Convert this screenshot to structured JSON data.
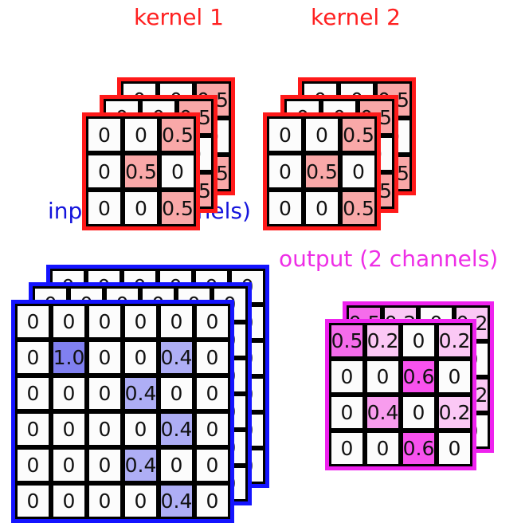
{
  "figure": {
    "type": "diagram",
    "subject": "multi-channel 2D convolution",
    "background": "#ffffff"
  },
  "colors": {
    "kernel_border": "#ff1a1a",
    "kernel_title": "#ff2020",
    "kernel_fill_0": "#fcfcfc",
    "kernel_fill_0p5": "#f9a8a8",
    "input_border": "#1414ff",
    "input_title": "#1414dc",
    "input_fill_0": "#fcfcfc",
    "input_fill_0p4": "#aeaef5",
    "input_fill_1p0": "#8080f0",
    "output_border": "#ee22ee",
    "output_title": "#ee2ee6",
    "output_fill_0": "#fcfcfc",
    "output_fill_0p2": "#fbc8f5",
    "output_fill_0p4": "#f89cee",
    "output_fill_0p5": "#f56ceb",
    "output_fill_0p6": "#f852ee",
    "cell_border": "#000000",
    "text": "#111111"
  },
  "groups": {
    "kernel1": {
      "title": "kernel 1",
      "channels": 3,
      "rows": 3,
      "cols": 3,
      "layers": [
        {
          "name": "kernel1-channel-0",
          "values": [
            [
              "0",
              "0",
              "0.5"
            ],
            [
              "0",
              "0.5",
              "0"
            ],
            [
              "0",
              "0",
              "0.5"
            ]
          ]
        },
        {
          "name": "kernel1-channel-1",
          "values": [
            [
              "0",
              "0",
              "0.5"
            ],
            [
              "0",
              "0.5",
              "0"
            ],
            [
              "0",
              "0",
              "0.5"
            ]
          ]
        },
        {
          "name": "kernel1-channel-2",
          "values": [
            [
              "0",
              "0",
              "0.5"
            ],
            [
              "0",
              "0.5",
              "0"
            ],
            [
              "0",
              "0",
              "0.5"
            ]
          ]
        }
      ]
    },
    "kernel2": {
      "title": "kernel 2",
      "channels": 3,
      "rows": 3,
      "cols": 3,
      "layers": [
        {
          "name": "kernel2-channel-0",
          "values": [
            [
              "0",
              "0",
              "0.5"
            ],
            [
              "0",
              "0.5",
              "0"
            ],
            [
              "0",
              "0",
              "0.5"
            ]
          ]
        },
        {
          "name": "kernel2-channel-1",
          "values": [
            [
              "0",
              "0",
              "0.5"
            ],
            [
              "0",
              "0.5",
              "0"
            ],
            [
              "0",
              "0",
              "0.5"
            ]
          ]
        },
        {
          "name": "kernel2-channel-2",
          "values": [
            [
              "0",
              "0",
              "0.5"
            ],
            [
              "0",
              "0.5",
              "0"
            ],
            [
              "0",
              "0",
              "0.5"
            ]
          ]
        }
      ]
    },
    "input": {
      "title": "input (3 channels)",
      "channels": 3,
      "rows": 6,
      "cols": 6,
      "layers": [
        {
          "name": "input-channel-0",
          "values": [
            [
              "0",
              "0",
              "0",
              "0",
              "0",
              "0"
            ],
            [
              "0",
              "1.0",
              "0",
              "0",
              "0.4",
              "0"
            ],
            [
              "0",
              "0",
              "0",
              "0.4",
              "0",
              "0"
            ],
            [
              "0",
              "0",
              "0",
              "0",
              "0.4",
              "0"
            ],
            [
              "0",
              "0",
              "0",
              "0.4",
              "0",
              "0"
            ],
            [
              "0",
              "0",
              "0",
              "0",
              "0.4",
              "0"
            ]
          ]
        },
        {
          "name": "input-channel-1",
          "values": [
            [
              "0",
              "0",
              "0",
              "0",
              "0",
              "0"
            ],
            [
              "0",
              "1.0",
              "0",
              "0",
              "0.4",
              "0"
            ],
            [
              "0",
              "0",
              "0",
              "0.4",
              "0",
              "0"
            ],
            [
              "0",
              "0",
              "0",
              "0",
              "0.4",
              "0"
            ],
            [
              "0",
              "0",
              "0",
              "0.4",
              "0",
              "0"
            ],
            [
              "0",
              "0",
              "0",
              "0",
              "0.4",
              "0"
            ]
          ]
        },
        {
          "name": "input-channel-2",
          "values": [
            [
              "0",
              "0",
              "0",
              "0",
              "0",
              "0"
            ],
            [
              "0",
              "1.0",
              "0",
              "0",
              "0.4",
              "0"
            ],
            [
              "0",
              "0",
              "0",
              "0.4",
              "0",
              "0"
            ],
            [
              "0",
              "0",
              "0",
              "0",
              "0.4",
              "0"
            ],
            [
              "0",
              "0",
              "0",
              "0.4",
              "0",
              "0"
            ],
            [
              "0",
              "0",
              "0",
              "0",
              "0.4",
              "0"
            ]
          ]
        }
      ]
    },
    "output": {
      "title": "output (2 channels)",
      "channels": 2,
      "rows": 4,
      "cols": 4,
      "layers": [
        {
          "name": "output-channel-0",
          "values": [
            [
              "0.5",
              "0.2",
              "0",
              "0.2"
            ],
            [
              "0",
              "0",
              "0.6",
              "0"
            ],
            [
              "0",
              "0.4",
              "0",
              "0.2"
            ],
            [
              "0",
              "0",
              "0.6",
              "0"
            ]
          ]
        },
        {
          "name": "output-channel-1",
          "values": [
            [
              "0.5",
              "0.2",
              "0",
              "0.2"
            ],
            [
              "0",
              "0",
              "0.6",
              "0"
            ],
            [
              "0",
              "0.4",
              "0",
              "0.2"
            ],
            [
              "0",
              "0",
              "0.6",
              "0"
            ]
          ]
        }
      ]
    }
  }
}
